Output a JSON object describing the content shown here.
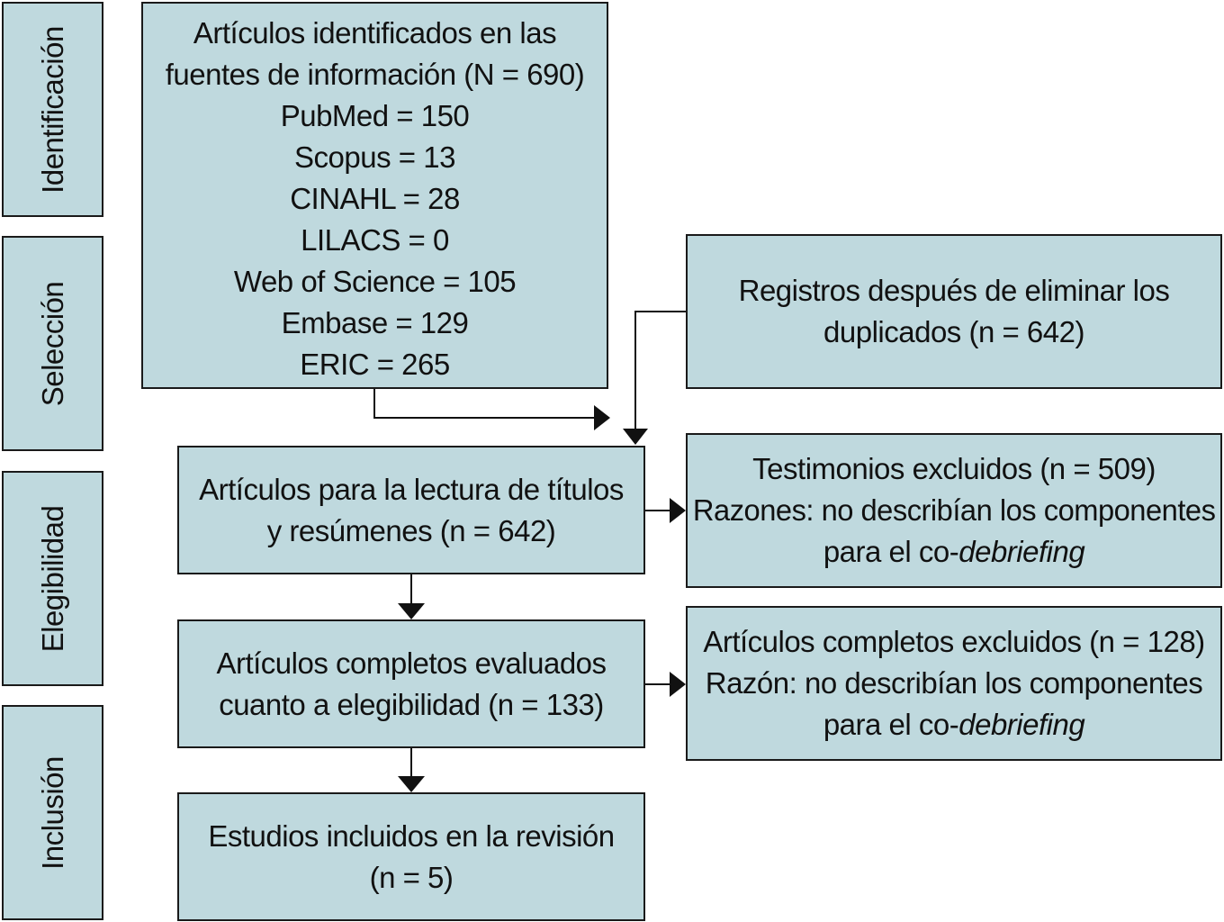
{
  "stages": {
    "identification": "Identificación",
    "selection": "Selección",
    "eligibility": "Elegibilidad",
    "inclusion": "Inclusión"
  },
  "identified": {
    "line1": "Artículos identificados en las",
    "line2": "fuentes de información (N = 690)",
    "sources": [
      "PubMed = 150",
      "Scopus = 13",
      "CINAHL = 28",
      "LILACS = 0",
      "Web of Science = 105",
      "Embase = 129",
      "ERIC = 265"
    ]
  },
  "deduplicated": {
    "line1": "Registros después de eliminar los",
    "line2": "duplicados (n = 642)"
  },
  "screening": {
    "line1": "Artículos para la lectura de títulos",
    "line2": "y resúmenes (n = 642)"
  },
  "excluded_screening": {
    "line1": "Testimonios excluidos (n = 509)",
    "line2": "Razones: no describían los componentes",
    "line3_prefix": "para el co-",
    "line3_italic": "debriefing"
  },
  "fulltext": {
    "line1": "Artículos completos evaluados",
    "line2": "cuanto a elegibilidad (n = 133)"
  },
  "excluded_fulltext": {
    "line1": "Artículos completos excluidos (n = 128)",
    "line2": "Razón: no describían los componentes",
    "line3_prefix": "para el co-",
    "line3_italic": "debriefing"
  },
  "included": {
    "line1": "Estudios incluidos en la revisión",
    "line2": "(n = 5)"
  }
}
